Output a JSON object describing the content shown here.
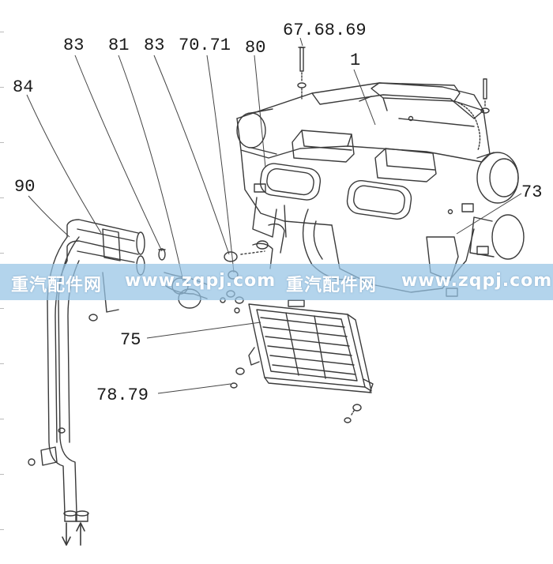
{
  "callouts": {
    "c1": "1",
    "c67": "67.68.69",
    "c83a": "83",
    "c81": "81",
    "c83b": "83",
    "c70": "70.71",
    "c80": "80",
    "c84": "84",
    "c90": "90",
    "c73": "73",
    "c75": "75",
    "c78": "78.79"
  },
  "watermark": {
    "cn_1": "重汽配件网",
    "url_1": "www.zqpj.com",
    "cn_2": "重汽配件网",
    "url_2": "www.zqpj.com"
  },
  "colors": {
    "line": "#3a3a3a",
    "leader": "#444444",
    "watermark_band": "#96c4e4"
  }
}
